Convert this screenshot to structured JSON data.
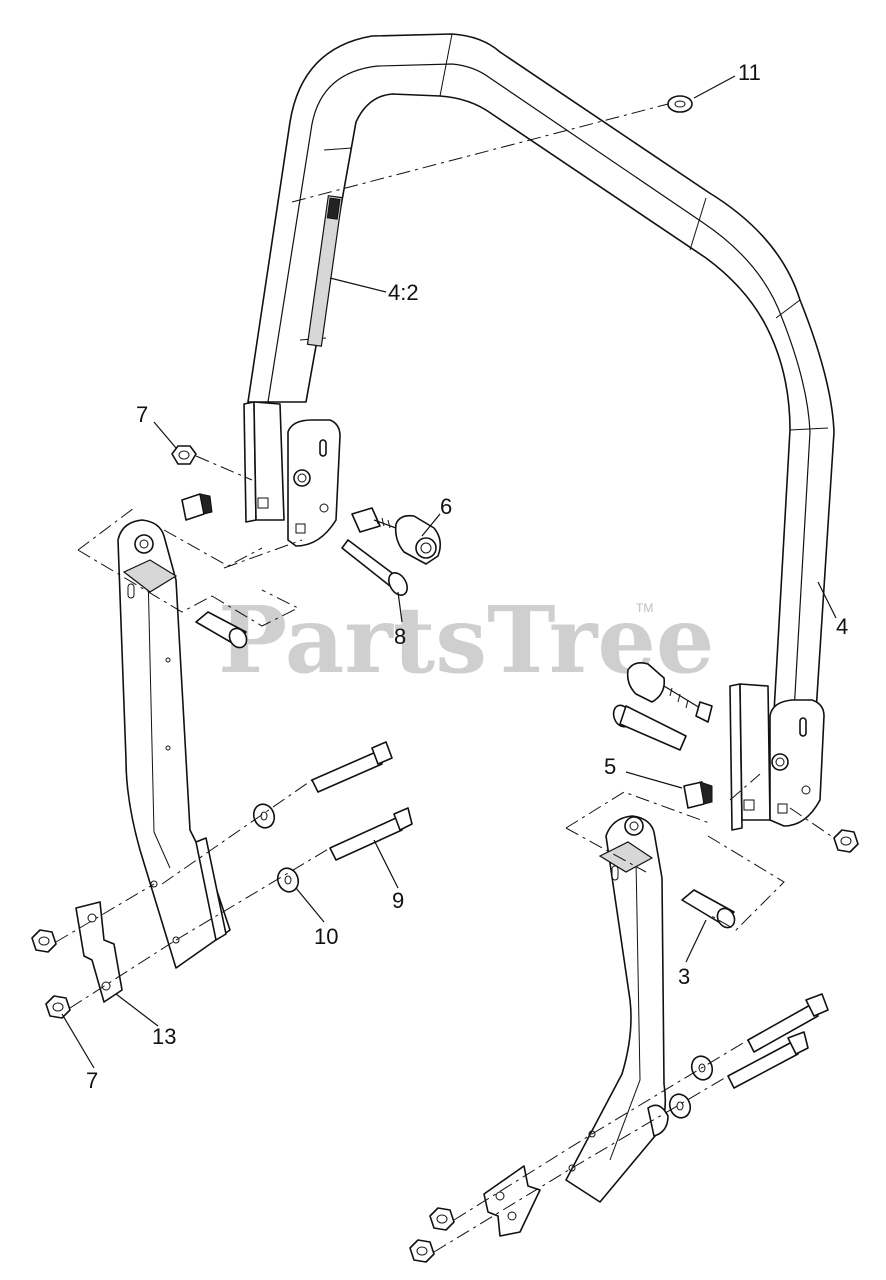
{
  "diagram": {
    "watermark": "PartsTree",
    "trademark": "TM",
    "callouts": {
      "c11": "11",
      "c4_2": "4:2",
      "c7_top": "7",
      "c6": "6",
      "c8": "8",
      "c4": "4",
      "c5": "5",
      "c9": "9",
      "c10": "10",
      "c3": "3",
      "c13": "13",
      "c7_bottom": "7"
    }
  }
}
